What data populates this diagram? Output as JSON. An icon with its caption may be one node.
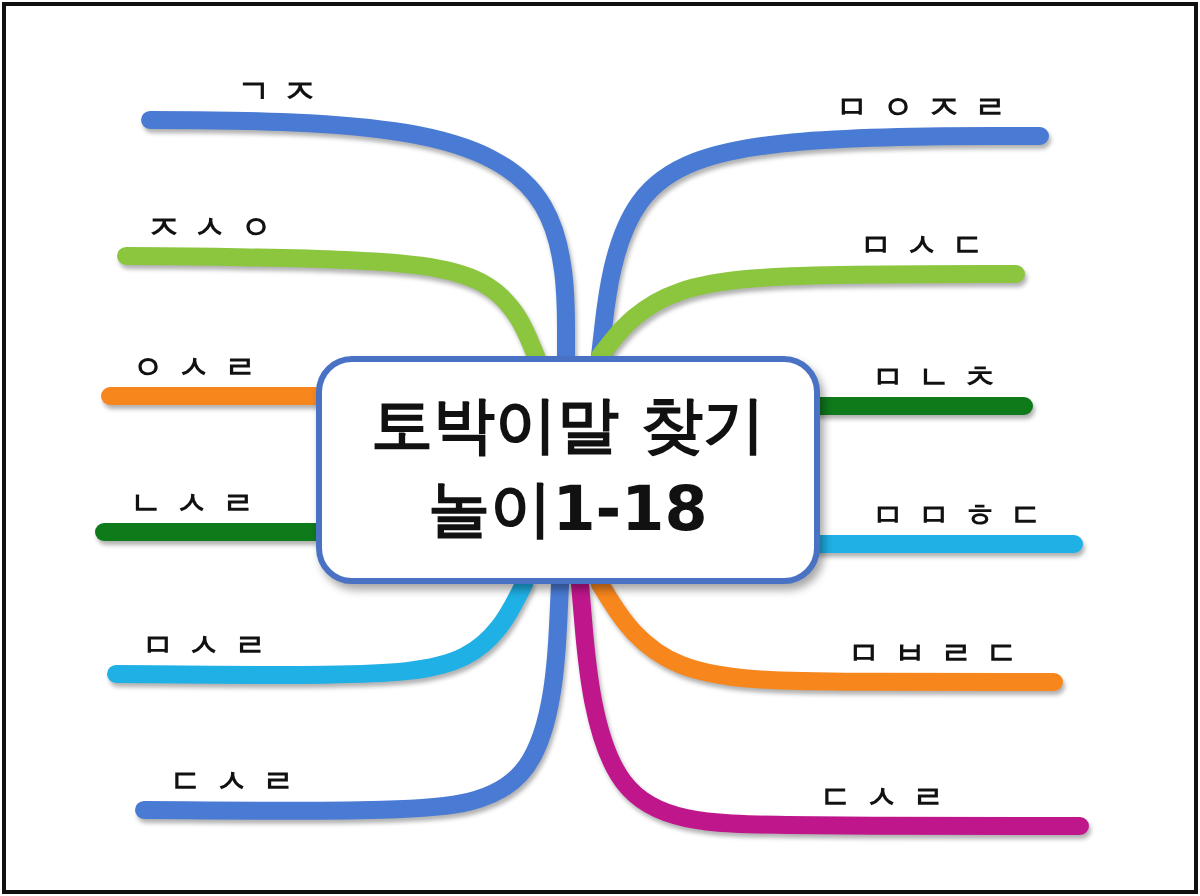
{
  "diagram": {
    "nodes": [
      {
        "text": [
          "토박이말 찾기 놀이1-18"
        ]
      },
      {
        "text": [
          "ㄱㅈ"
        ]
      },
      {
        "text": [
          "ㅈㅅㅇ"
        ]
      },
      {
        "text": [
          "ㅇㅅㄹ"
        ]
      },
      {
        "text": [
          "ㄴㅅㄹ"
        ]
      },
      {
        "text": [
          "ㅁㅅㄹ"
        ]
      },
      {
        "text": [
          "ㄷㅅㄹ"
        ]
      },
      {
        "text": [
          "ㅁㅇㅈㄹ"
        ]
      },
      {
        "text": [
          "ㅁㅅㄷ"
        ]
      },
      {
        "text": [
          "ㅁㄴㅊ"
        ]
      },
      {
        "text": [
          "ㅁㅁㅎㄷ"
        ]
      },
      {
        "text": [
          "ㅁㅂㄹㄷ"
        ]
      },
      {
        "text": [
          "ㄷㅅㄹ"
        ]
      }
    ],
    "edges": [
      {
        "from": 0,
        "to": 1,
        "arrow": "none",
        "color": "#4a7bd4"
      },
      {
        "from": 0,
        "to": 2,
        "arrow": "none",
        "color": "#8cc63f"
      },
      {
        "from": 0,
        "to": 3,
        "arrow": "none",
        "color": "#f7861c"
      },
      {
        "from": 0,
        "to": 4,
        "arrow": "none",
        "color": "#0f7a1a"
      },
      {
        "from": 0,
        "to": 5,
        "arrow": "none",
        "color": "#1fb0e6"
      },
      {
        "from": 0,
        "to": 6,
        "arrow": "none",
        "color": "#4a7bd4"
      },
      {
        "from": 0,
        "to": 7,
        "arrow": "none",
        "color": "#4a7bd4"
      },
      {
        "from": 0,
        "to": 8,
        "arrow": "none",
        "color": "#8cc63f"
      },
      {
        "from": 0,
        "to": 9,
        "arrow": "none",
        "color": "#0f7a1a"
      },
      {
        "from": 0,
        "to": 10,
        "arrow": "none",
        "color": "#1fb0e6"
      },
      {
        "from": 0,
        "to": 11,
        "arrow": "none",
        "color": "#f7861c"
      },
      {
        "from": 0,
        "to": 12,
        "arrow": "none",
        "color": "#c0168c"
      }
    ]
  }
}
